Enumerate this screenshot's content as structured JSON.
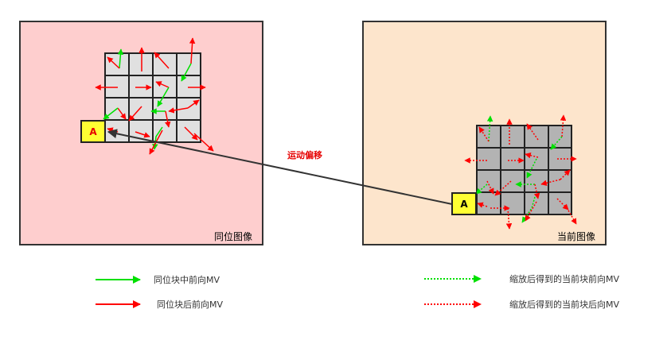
{
  "panels": {
    "left": {
      "title": "同位图像",
      "bg": "#fecece",
      "border": "#333333"
    },
    "right": {
      "title": "当前图像",
      "bg": "#fde5cc",
      "border": "#333333"
    }
  },
  "grids": {
    "left": {
      "rows": 4,
      "cols": 4,
      "fill": "#e0e0e0"
    },
    "right": {
      "rows": 4,
      "cols": 4,
      "fill": "#b3b3b3"
    }
  },
  "blocks": {
    "left": {
      "label": "A",
      "fill": "#ffff33",
      "text_color": "#e60000"
    },
    "right": {
      "label": "A",
      "fill": "#ffff33",
      "text_color": "#000000"
    }
  },
  "motion": {
    "label": "运动偏移",
    "color": "#e60000",
    "line_color": "#333333"
  },
  "colors": {
    "forward": "#00e000",
    "backward": "#ff0000"
  },
  "legend": [
    {
      "label": "同位块中前向MV",
      "color": "#00e000",
      "style": "solid"
    },
    {
      "label": "同位块后前向MV",
      "color": "#ff0000",
      "style": "solid"
    },
    {
      "label": "缩放后得到的当前块前向MV",
      "color": "#00e000",
      "style": "dotted"
    },
    {
      "label": "缩放后得到的当前块后向MV",
      "color": "#ff0000",
      "style": "dotted"
    }
  ]
}
